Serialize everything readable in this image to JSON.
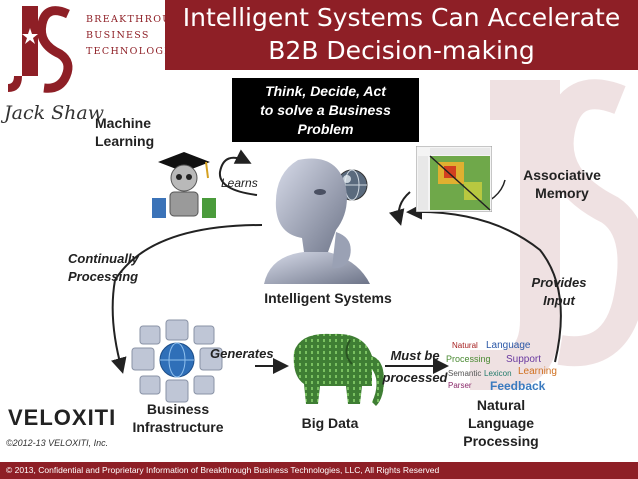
{
  "title": {
    "line1": "Intelligent Systems Can Accelerate",
    "line2": "B2B Decision-making"
  },
  "logo": {
    "line1": "BREAKTHROUGH",
    "line2": "BUSINESS",
    "line3": "TECHNOLOGIES",
    "signature": "Jack Shaw"
  },
  "callout": {
    "line1": "Think, Decide, Act",
    "line2": "to solve a Business",
    "line3": "Problem"
  },
  "nodes": {
    "machine_learning": {
      "line1": "Machine",
      "line2": "Learning"
    },
    "associative_memory": {
      "line1": "Associative",
      "line2": "Memory"
    },
    "intelligent_systems": "Intelligent Systems",
    "business_infrastructure": {
      "line1": "Business",
      "line2": "Infrastructure"
    },
    "big_data": "Big Data",
    "nlp": {
      "line1": "Natural",
      "line2": "Language",
      "line3": "Processing"
    }
  },
  "edges": {
    "learns": "Learns",
    "continually": {
      "line1": "Continually",
      "line2": "Processing"
    },
    "provides": {
      "line1": "Provides",
      "line2": "Input"
    },
    "generates": "Generates",
    "must_be": {
      "line1": "Must be",
      "line2": "processed"
    }
  },
  "nlp_words": [
    "Natural",
    "Language",
    "Processing",
    "Support",
    "Learning",
    "Feedback",
    "Semantic",
    "Lexicon",
    "Parser"
  ],
  "velox": {
    "brand": "VELOXITI",
    "copyright": "©2012-13 VELOXITI, Inc."
  },
  "footer": "© 2013, Confidential and Proprietary Information of Breakthrough Business Technologies, LLC, All Rights Reserved",
  "colors": {
    "brand": "#8e1f26",
    "callout_bg": "#000000",
    "arrow": "#222222"
  }
}
